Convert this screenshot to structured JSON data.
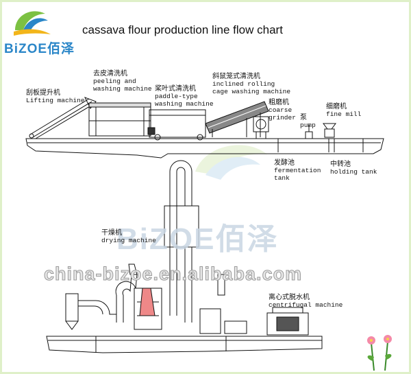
{
  "title": "cassava flour production line flow chart",
  "logo": {
    "text": "BiZOE佰泽"
  },
  "watermark": {
    "logo_text": "BiZOE佰泽",
    "url": "china-bizoe.en.alibaba.com"
  },
  "machines": {
    "lifting": {
      "zh": "刮板提升机",
      "en": "Lifting machine"
    },
    "peeling": {
      "zh": "去皮清洗机",
      "en1": "peeling and",
      "en2": "washing machine"
    },
    "paddle": {
      "zh": "桨叶式清洗机",
      "en1": "paddle-type",
      "en2": "washing machine"
    },
    "rolling": {
      "zh": "斜鼠笼式清洗机",
      "en1": "inclined rolling",
      "en2": "cage washing machine"
    },
    "grinder": {
      "zh": "粗磨机",
      "en1": "coarse",
      "en2": "grinder"
    },
    "pump": {
      "zh": "泵",
      "en": "pump"
    },
    "fine_mill": {
      "zh": "细磨机",
      "en": "fine mill"
    },
    "fermentation": {
      "zh": "发酵池",
      "en1": "fermentation",
      "en2": "tank"
    },
    "holding": {
      "zh": "中转池",
      "en": "holding tank"
    },
    "drying": {
      "zh": "干燥机",
      "en": "drying machine"
    },
    "centrifugal": {
      "zh": "离心式脱水机",
      "en": "centrifugal machine"
    }
  },
  "colors": {
    "logo_blue": "#2a86c8",
    "logo_green": "#7cc142",
    "frame": "#dff0c8"
  }
}
